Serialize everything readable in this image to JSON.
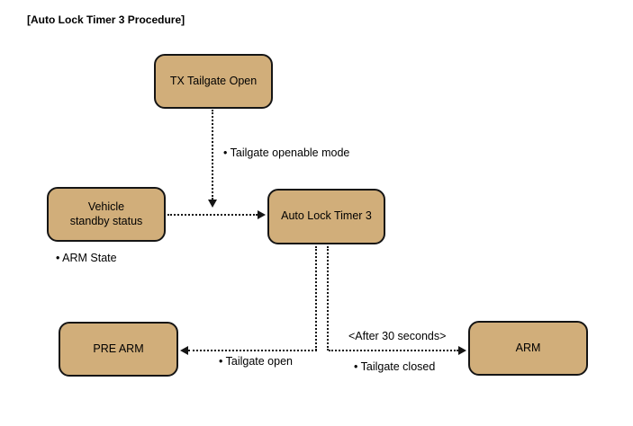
{
  "title": "[Auto Lock Timer 3 Procedure]",
  "colors": {
    "node_fill": "#d1ae7a",
    "node_border": "#151515",
    "connector": "#151515",
    "text": "#000000",
    "background": "#ffffff"
  },
  "nodes": {
    "tx_tailgate_open": {
      "label": "TX Tailgate Open"
    },
    "vehicle_standby": {
      "label": "Vehicle\nstandby status"
    },
    "auto_lock_timer3": {
      "label": "Auto Lock Timer 3"
    },
    "pre_arm": {
      "label": "PRE ARM"
    },
    "arm": {
      "label": "ARM"
    }
  },
  "edge_labels": {
    "tailgate_openable_mode": "• Tailgate openable mode",
    "arm_state": "• ARM State",
    "tailgate_open": "• Tailgate open",
    "after_30_seconds": "<After 30 seconds>",
    "tailgate_closed": "• Tailgate closed"
  },
  "edges": [
    {
      "from": "TX Tailgate Open",
      "to": "Auto Lock Timer 3",
      "condition": "Tailgate openable mode"
    },
    {
      "from": "Vehicle standby status",
      "to": "Auto Lock Timer 3",
      "condition": "ARM State"
    },
    {
      "from": "Auto Lock Timer 3",
      "to": "PRE ARM",
      "condition": "Tailgate open"
    },
    {
      "from": "Auto Lock Timer 3",
      "to": "ARM",
      "condition": "Tailgate closed",
      "timing": "After 30 seconds"
    }
  ]
}
